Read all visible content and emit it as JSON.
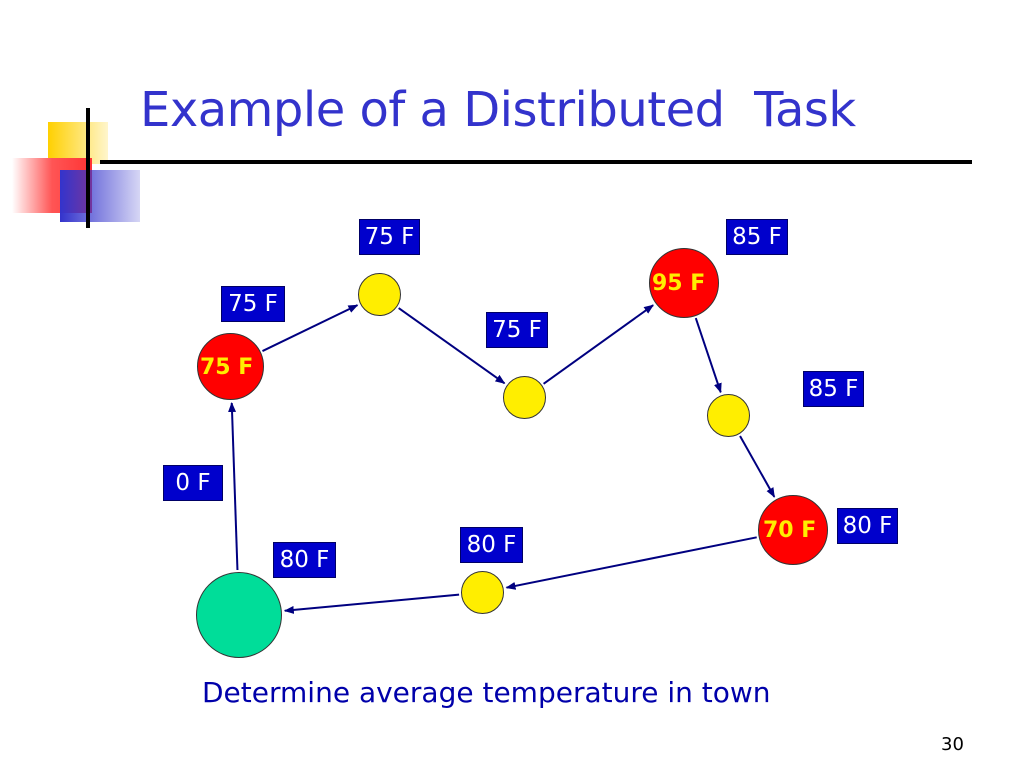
{
  "slide": {
    "title": "Example of a Distributed  Task",
    "caption": "Determine average temperature in town",
    "page_number": "30"
  },
  "colors": {
    "title": "#3333cc",
    "label_bg": "#0000cc",
    "label_text": "#ffffff",
    "node_yellow": "#ffee00",
    "node_red": "#ff0000",
    "node_green": "#00dd99",
    "edge": "#000080"
  },
  "nodes": [
    {
      "id": "start",
      "color": "green",
      "text": ""
    },
    {
      "id": "n1",
      "color": "red",
      "text": "75 F"
    },
    {
      "id": "n2",
      "color": "yellow",
      "text": ""
    },
    {
      "id": "n3",
      "color": "yellow",
      "text": ""
    },
    {
      "id": "n4",
      "color": "red",
      "text": "95 F"
    },
    {
      "id": "n5",
      "color": "yellow",
      "text": ""
    },
    {
      "id": "n6",
      "color": "red",
      "text": "70 F"
    },
    {
      "id": "n7",
      "color": "yellow",
      "text": ""
    }
  ],
  "edges": [
    {
      "from": "start",
      "to": "n1"
    },
    {
      "from": "n1",
      "to": "n2"
    },
    {
      "from": "n2",
      "to": "n3"
    },
    {
      "from": "n3",
      "to": "n4"
    },
    {
      "from": "n4",
      "to": "n5"
    },
    {
      "from": "n5",
      "to": "n6"
    },
    {
      "from": "n6",
      "to": "n7"
    },
    {
      "from": "n7",
      "to": "start"
    }
  ],
  "labels": [
    {
      "id": "lbl-0f",
      "text": "0 F"
    },
    {
      "id": "lbl-75f-left",
      "text": "75 F"
    },
    {
      "id": "lbl-75f-top",
      "text": "75 F"
    },
    {
      "id": "lbl-75f-mid",
      "text": "75 F"
    },
    {
      "id": "lbl-85f-top",
      "text": "85 F"
    },
    {
      "id": "lbl-85f-right",
      "text": "85 F"
    },
    {
      "id": "lbl-80f-right",
      "text": "80 F"
    },
    {
      "id": "lbl-80f-mid",
      "text": "80 F"
    },
    {
      "id": "lbl-80f-left",
      "text": "80 F"
    }
  ]
}
